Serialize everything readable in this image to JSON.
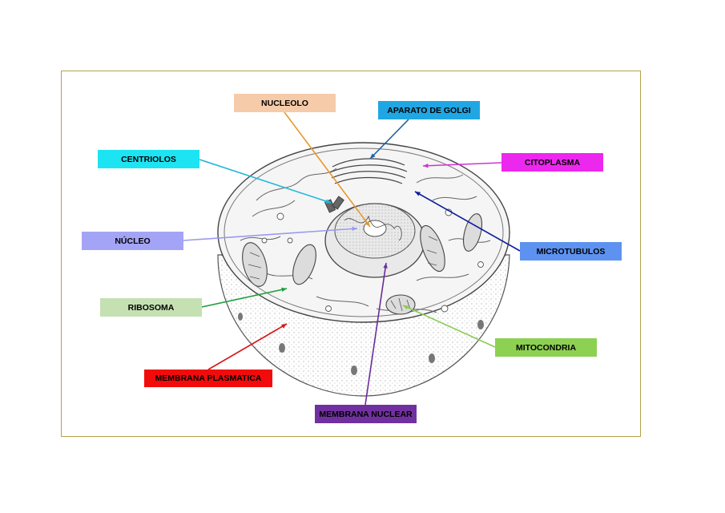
{
  "labels": {
    "nucleolo": {
      "text": "NUCLEOLO",
      "color": "#F6CBA9"
    },
    "golgi": {
      "text": "APARATO DE GOLGI",
      "color": "#20A7E3"
    },
    "centriolos": {
      "text": "CENTRIOLOS",
      "color": "#1DE4F2"
    },
    "citoplasma": {
      "text": "CITOPLASMA",
      "color": "#EC28EE"
    },
    "nucleo": {
      "text": "NÚCLEO",
      "color": "#A4A4F6"
    },
    "microtubulos": {
      "text": "MICROTUBULOS",
      "color": "#5D92F0"
    },
    "ribosoma": {
      "text": "RIBOSOMA",
      "color": "#C5E1B3"
    },
    "mitocondria": {
      "text": "MITOCONDRIA",
      "color": "#8DD152"
    },
    "membrana_plasmatica": {
      "text": "MEMBRANA PLASMATICA",
      "color": "#F20B0B"
    },
    "membrana_nuclear": {
      "text": "MEMBRANA NUCLEAR",
      "color": "#7130A0"
    }
  },
  "arrow_colors": {
    "nucleolo": "#E8982F",
    "golgi": "#1F5FA7",
    "centriolos": "#25B7D9",
    "citoplasma": "#D431D6",
    "nucleo": "#9A9AF0",
    "microtubulos": "#0E1C9E",
    "ribosoma": "#1E9E3C",
    "mitocondria": "#89CC55",
    "membrana_plasmatica": "#D81818",
    "membrana_nuclear": "#6A2C9C"
  }
}
